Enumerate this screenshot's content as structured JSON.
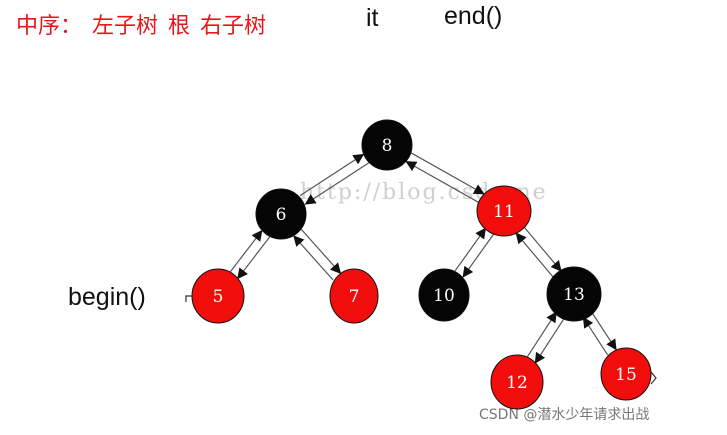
{
  "caption": {
    "order": "中序：",
    "left": "左子树",
    "root": "根",
    "right": "右子树"
  },
  "it_label": "it",
  "end_label": "end()",
  "begin_label": "begin()",
  "watermark": "http://blog.csdn.ne",
  "csdn_label": "CSDN @潜水少年请求出战",
  "colors": {
    "caption": "#e8151b",
    "red_node": "#f20d0d",
    "black_node": "#050505"
  },
  "tree": {
    "nodes": [
      {
        "id": "8",
        "label": "8",
        "color": "black"
      },
      {
        "id": "6",
        "label": "6",
        "color": "black"
      },
      {
        "id": "11",
        "label": "11",
        "color": "red"
      },
      {
        "id": "5",
        "label": "5",
        "color": "red"
      },
      {
        "id": "7",
        "label": "7",
        "color": "red"
      },
      {
        "id": "10",
        "label": "10",
        "color": "black"
      },
      {
        "id": "13",
        "label": "13",
        "color": "black"
      },
      {
        "id": "12",
        "label": "12",
        "color": "red"
      },
      {
        "id": "15",
        "label": "15",
        "color": "red"
      }
    ],
    "edges": [
      {
        "from": "8",
        "to": "6"
      },
      {
        "from": "8",
        "to": "11"
      },
      {
        "from": "6",
        "to": "5"
      },
      {
        "from": "6",
        "to": "7"
      },
      {
        "from": "11",
        "to": "10"
      },
      {
        "from": "11",
        "to": "13"
      },
      {
        "from": "13",
        "to": "12"
      },
      {
        "from": "13",
        "to": "15"
      }
    ]
  }
}
